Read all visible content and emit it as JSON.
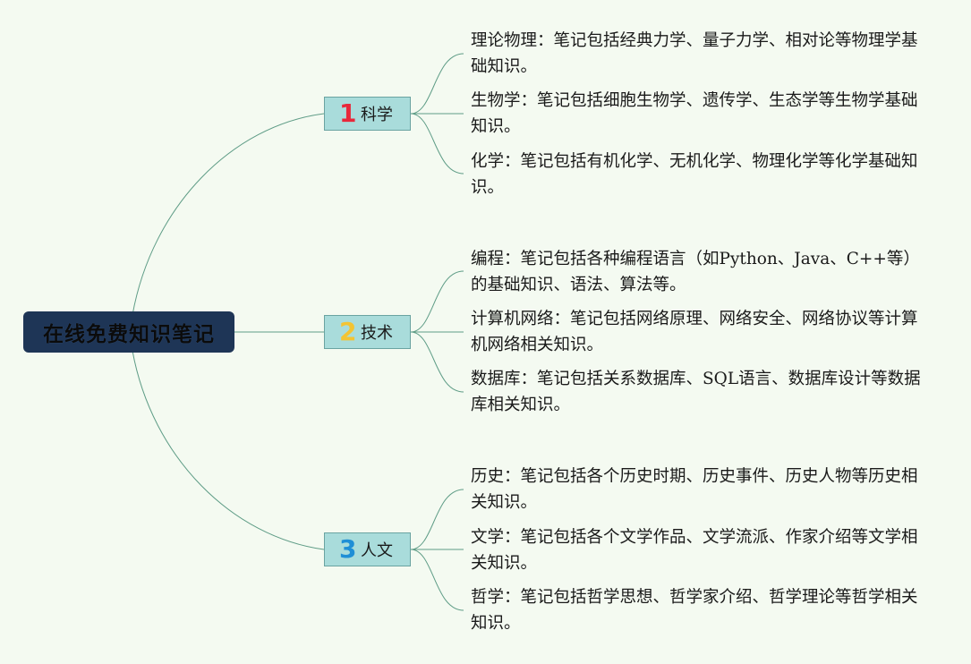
{
  "root": {
    "title": "在线免费知识笔记"
  },
  "branches": [
    {
      "number": "1",
      "number_color": "#e8283a",
      "label": "科学",
      "leaves": [
        "理论物理：笔记包括经典力学、量子力学、相对论等物理学基础知识。",
        "生物学：笔记包括细胞生物学、遗传学、生态学等生物学基础知识。",
        "化学：笔记包括有机化学、无机化学、物理化学等化学基础知识。"
      ]
    },
    {
      "number": "2",
      "number_color": "#f3c433",
      "label": "技术",
      "leaves": [
        "编程：笔记包括各种编程语言（如Python、Java、C++等）的基础知识、语法、算法等。",
        "计算机网络：笔记包括网络原理、网络安全、网络协议等计算机网络相关知识。",
        "数据库：笔记包括关系数据库、SQL语言、数据库设计等数据库相关知识。"
      ]
    },
    {
      "number": "3",
      "number_color": "#1f8fd6",
      "label": "人文",
      "leaves": [
        "历史：笔记包括各个历史时期、历史事件、历史人物等历史相关知识。",
        "文学：笔记包括各个文学作品、文学流派、作家介绍等文学相关知识。",
        "哲学：笔记包括哲学思想、哲学家介绍、哲学理论等哲学相关知识。"
      ]
    }
  ],
  "colors": {
    "root_bg": "#1e3556",
    "branch_bg": "#a9dcdb",
    "connector": "#5e9c86",
    "page_bg": "#f4faf1"
  }
}
